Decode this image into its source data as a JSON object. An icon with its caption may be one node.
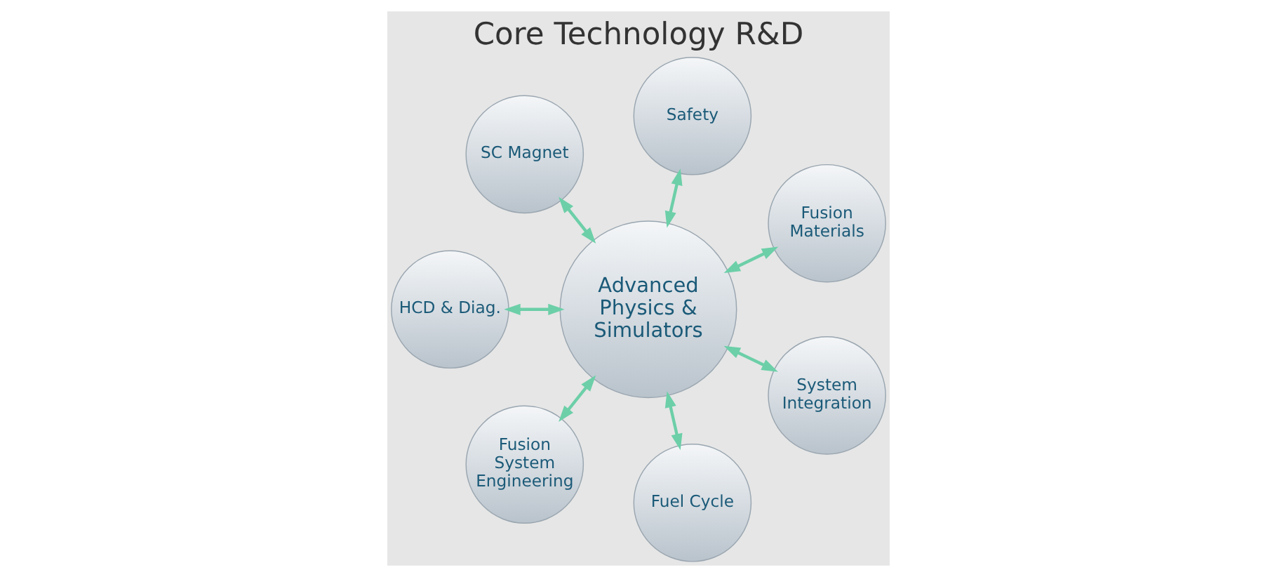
{
  "diagram": {
    "title": "Core Technology R&D",
    "nodes": [
      {
        "text": [
          "Advanced Physics & Simulators"
        ]
      },
      {
        "text": [
          "System Integration"
        ]
      },
      {
        "text": [
          "Fusion Materials"
        ]
      },
      {
        "text": [
          "Safety"
        ]
      },
      {
        "text": [
          "SC Magnet"
        ]
      },
      {
        "text": [
          "HCD & Diag."
        ]
      },
      {
        "text": [
          "Fusion System Engineering"
        ]
      },
      {
        "text": [
          "Fuel Cycle"
        ]
      }
    ],
    "edges": [
      {
        "from": 1,
        "to": 0,
        "arrow": "both"
      },
      {
        "from": 0,
        "to": 2,
        "arrow": "both"
      },
      {
        "from": 0,
        "to": 3,
        "arrow": "both"
      },
      {
        "from": 0,
        "to": 4,
        "arrow": "both"
      },
      {
        "from": 0,
        "to": 5,
        "arrow": "both"
      },
      {
        "from": 0,
        "to": 6,
        "arrow": "both"
      },
      {
        "from": 0,
        "to": 7,
        "arrow": "both"
      }
    ]
  }
}
